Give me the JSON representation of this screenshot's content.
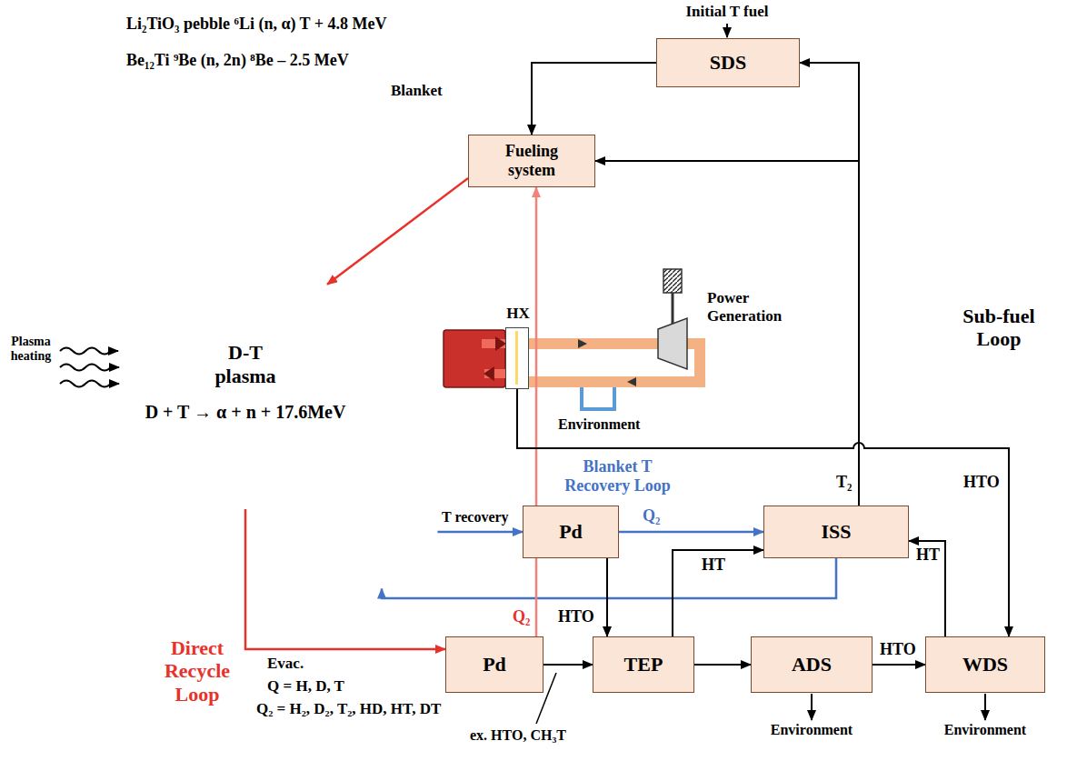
{
  "diagram": {
    "nodes": [
      {
        "text": [
          "Li₂TiO₃ pebble ⁶Li (n, α) T + 4.8 MeV",
          "Be₁₂Ti ⁹Be (n, 2n) ⁸Be – 2.5 MeV"
        ]
      },
      {
        "text": [
          "Blanket"
        ]
      },
      {
        "text": [
          "D-T plasma",
          "D + T → α + n + 17.6MeV"
        ],
        "in": 1
      },
      {
        "text": [
          "Fueling system"
        ]
      },
      {
        "text": [
          "SDS"
        ]
      },
      {
        "text": [
          "HX"
        ]
      },
      {
        "text": [
          "Pd"
        ]
      },
      {
        "text": [
          "ISS"
        ]
      },
      {
        "text": [
          "Pd"
        ]
      },
      {
        "text": [
          "TEP"
        ]
      },
      {
        "text": [
          "ADS"
        ]
      },
      {
        "text": [
          "WDS"
        ]
      }
    ],
    "edges": [
      {
        "from": 3,
        "to": 2,
        "arrow": "to"
      },
      {
        "from": 4,
        "to": 3,
        "arrow": "to"
      },
      {
        "from": 7,
        "to": 4,
        "arrow": "to",
        "label": "T₂"
      },
      {
        "from": 7,
        "to": 3,
        "arrow": "to"
      },
      {
        "from": 1,
        "to": 6,
        "arrow": "to",
        "label": "T recovery"
      },
      {
        "from": 7,
        "to": 1,
        "arrow": "to"
      },
      {
        "from": 6,
        "to": 7,
        "arrow": "to",
        "label": "Q₂"
      },
      {
        "from": 6,
        "to": 9,
        "arrow": "to",
        "label": "HTO"
      },
      {
        "from": 8,
        "to": 3,
        "arrow": "to",
        "label": "Q₂"
      },
      {
        "from": 2,
        "to": 8,
        "arrow": "to",
        "label": "Evac."
      },
      {
        "from": 8,
        "to": 9,
        "arrow": "to"
      },
      {
        "from": 9,
        "to": 7,
        "arrow": "to",
        "label": "HT"
      },
      {
        "from": 9,
        "to": 10,
        "arrow": "to"
      },
      {
        "from": 10,
        "to": 11,
        "arrow": "to",
        "label": "HTO"
      },
      {
        "from": 11,
        "to": 7,
        "arrow": "to",
        "label": "HT"
      },
      {
        "from": 5,
        "to": 11,
        "arrow": "to",
        "label": "HTO"
      },
      {
        "from": 1,
        "to": 5,
        "arrow": "to"
      },
      {
        "from": 5,
        "to": 1,
        "arrow": "to"
      }
    ],
    "labels": [
      "Initial T fuel",
      "Plasma heating",
      "Power Generation",
      "Environment",
      "Sub-fuel Loop",
      "Blanket T Recovery Loop",
      "Direct Recycle Loop",
      "Q = H, D, T",
      "Q₂ = H₂, D₂, T₂, HD, HT, DT",
      "ex. HTO, CH₃T",
      "Environment",
      "Environment"
    ]
  }
}
